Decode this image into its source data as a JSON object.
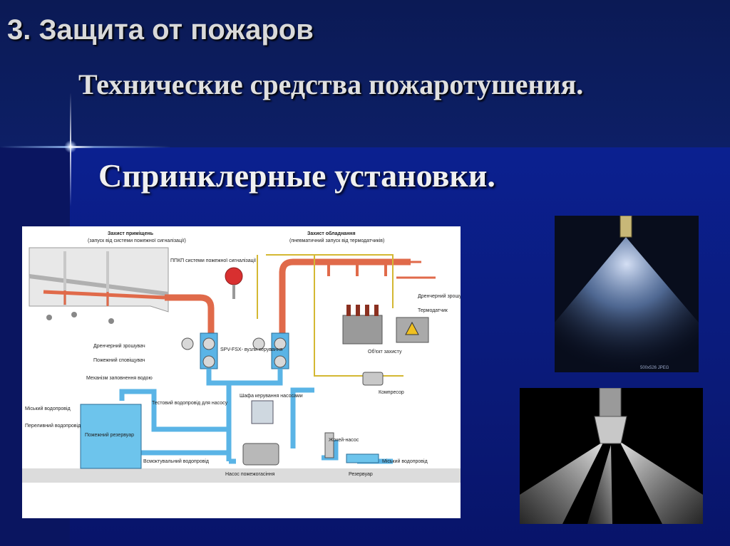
{
  "slide": {
    "title": "3. Защита от пожаров",
    "subtitle": "Технические средства пожаротушения.",
    "heading": "Спринклерные установки."
  },
  "diagram": {
    "header_left": "Захист приміщень",
    "header_left_sub": "(запуск від системи пожежної сигналізації)",
    "header_right": "Захист обладнання",
    "header_right_sub": "(пневматичний запуск від термодатчиків)",
    "ppkp_label": "ППКП системи пожежної сигналізації",
    "drencher_left": "Дренчерний зрошувач",
    "smoke_detector": "Пожежний сповіщувач",
    "spv_fsx": "SPV-FSX- вузли керування",
    "drencher_right": "Дренчерний зрошувач",
    "thermosensor": "Термодатчик",
    "protected_object": "Об'єкт захисту",
    "compressor": "Компресор",
    "fill_mechanism": "Механізм заповнення водою",
    "city_water_left": "Міський водопровід",
    "overflow_pipe": "Переливний водопровід",
    "fire_reservoir": "Пожежний резервуар",
    "test_pipe": "Тестовий водопровід для насосу",
    "pump_cabinet": "Шафа керування насосами",
    "suction_pipe": "Всмоктувальний водопровід",
    "fire_pump": "Насос пожежогасіння",
    "jockey_pump": "Жокей-насос",
    "city_water_right": "Міський водопровід",
    "reservoir": "Резервуар"
  },
  "photo1_caption": "500x526 JPEG",
  "colors": {
    "background": "#0a1560",
    "title_text": "#d9d9d9",
    "pipe_red": "#e06a4a",
    "pipe_blue": "#5ab4e6"
  }
}
